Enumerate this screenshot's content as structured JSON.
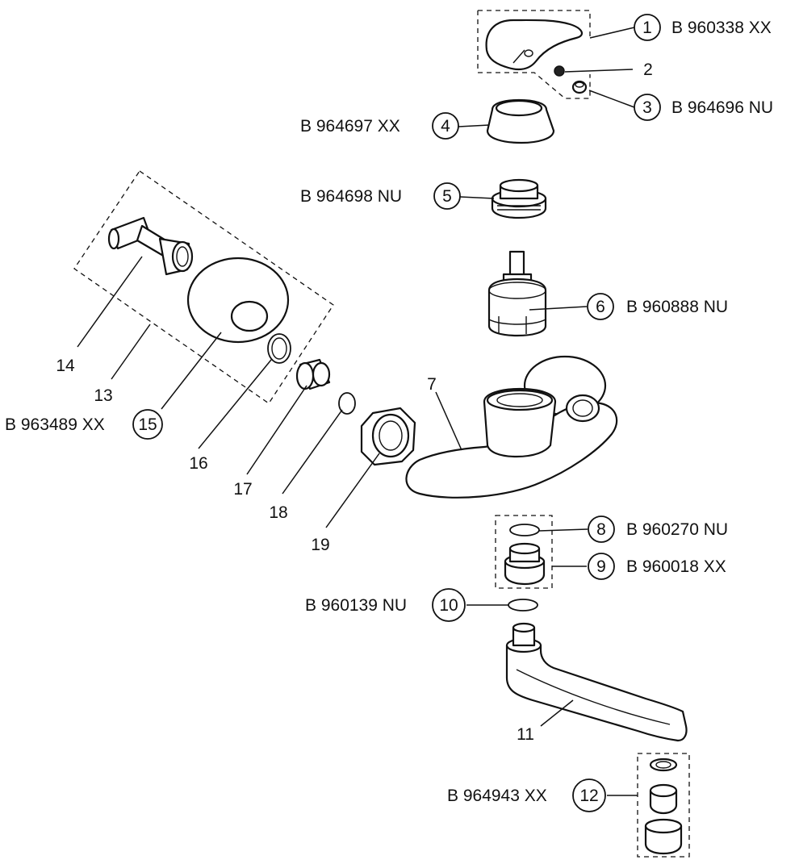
{
  "diagram": {
    "parts": [
      {
        "num": "1",
        "code": "B 960338 XX"
      },
      {
        "num": "2",
        "code": ""
      },
      {
        "num": "3",
        "code": "B 964696 NU"
      },
      {
        "num": "4",
        "code": "B 964697 XX"
      },
      {
        "num": "5",
        "code": "B 964698 NU"
      },
      {
        "num": "6",
        "code": "B 960888 NU"
      },
      {
        "num": "7",
        "code": ""
      },
      {
        "num": "8",
        "code": "B 960270 NU"
      },
      {
        "num": "9",
        "code": "B 960018 XX"
      },
      {
        "num": "10",
        "code": "B 960139 NU"
      },
      {
        "num": "11",
        "code": ""
      },
      {
        "num": "12",
        "code": "B 964943 XX"
      },
      {
        "num": "13",
        "code": ""
      },
      {
        "num": "14",
        "code": ""
      },
      {
        "num": "15",
        "code": "B 963489 XX"
      },
      {
        "num": "16",
        "code": ""
      },
      {
        "num": "17",
        "code": ""
      },
      {
        "num": "18",
        "code": ""
      },
      {
        "num": "19",
        "code": ""
      }
    ]
  }
}
